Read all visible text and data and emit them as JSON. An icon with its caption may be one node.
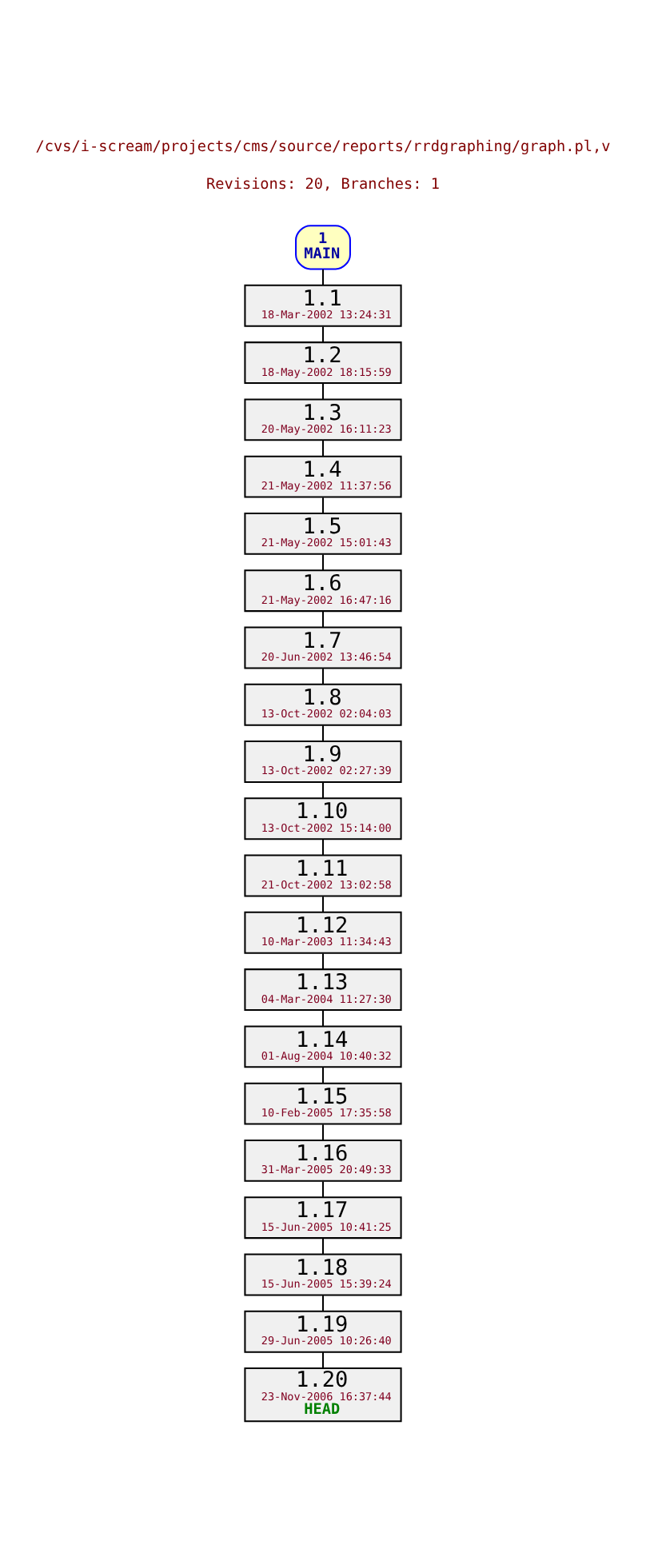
{
  "diagram": {
    "title": "/cvs/i-scream/projects/cms/source/reports/rrdgraphing/graph.pl,v",
    "nodes": [
      {
        "text": [
          "1",
          "MAIN"
        ]
      },
      {
        "text": [
          "1.1",
          "18-Mar-2002 13:24:31"
        ]
      },
      {
        "text": [
          "1.2",
          "18-May-2002 18:15:59"
        ]
      },
      {
        "text": [
          "1.3",
          "20-May-2002 16:11:23"
        ]
      },
      {
        "text": [
          "1.4",
          "21-May-2002 11:37:56"
        ]
      },
      {
        "text": [
          "1.5",
          "21-May-2002 15:01:43"
        ]
      },
      {
        "text": [
          "1.6",
          "21-May-2002 16:47:16"
        ]
      },
      {
        "text": [
          "1.7",
          "20-Jun-2002 13:46:54"
        ]
      },
      {
        "text": [
          "1.8",
          "13-Oct-2002 02:04:03"
        ]
      },
      {
        "text": [
          "1.9",
          "13-Oct-2002 02:27:39"
        ]
      },
      {
        "text": [
          "1.10",
          "13-Oct-2002 15:14:00"
        ]
      },
      {
        "text": [
          "1.11",
          "21-Oct-2002 13:02:58"
        ]
      },
      {
        "text": [
          "1.12",
          "10-Mar-2003 11:34:43"
        ]
      },
      {
        "text": [
          "1.13",
          "04-Mar-2004 11:27:30"
        ]
      },
      {
        "text": [
          "1.14",
          "01-Aug-2004 10:40:32"
        ]
      },
      {
        "text": [
          "1.15",
          "10-Feb-2005 17:35:58"
        ]
      },
      {
        "text": [
          "1.16",
          "31-Mar-2005 20:49:33"
        ]
      },
      {
        "text": [
          "1.17",
          "15-Jun-2005 10:41:25"
        ]
      },
      {
        "text": [
          "1.18",
          "15-Jun-2005 15:39:24"
        ]
      },
      {
        "text": [
          "1.19",
          "29-Jun-2005 10:26:40"
        ]
      },
      {
        "text": [
          "1.20",
          "23-Nov-2006 16:37:44",
          "HEAD"
        ]
      }
    ],
    "edges": [
      {
        "from": 0,
        "to": 1,
        "arrow": "none"
      },
      {
        "from": 1,
        "to": 2,
        "arrow": "none"
      },
      {
        "from": 2,
        "to": 3,
        "arrow": "none"
      },
      {
        "from": 3,
        "to": 4,
        "arrow": "none"
      },
      {
        "from": 4,
        "to": 5,
        "arrow": "none"
      },
      {
        "from": 5,
        "to": 6,
        "arrow": "none"
      },
      {
        "from": 6,
        "to": 7,
        "arrow": "none"
      },
      {
        "from": 7,
        "to": 8,
        "arrow": "none"
      },
      {
        "from": 8,
        "to": 9,
        "arrow": "none"
      },
      {
        "from": 9,
        "to": 10,
        "arrow": "none"
      },
      {
        "from": 10,
        "to": 11,
        "arrow": "none"
      },
      {
        "from": 11,
        "to": 12,
        "arrow": "none"
      },
      {
        "from": 12,
        "to": 13,
        "arrow": "none"
      },
      {
        "from": 13,
        "to": 14,
        "arrow": "none"
      },
      {
        "from": 14,
        "to": 15,
        "arrow": "none"
      },
      {
        "from": 15,
        "to": 16,
        "arrow": "none"
      },
      {
        "from": 16,
        "to": 17,
        "arrow": "none"
      },
      {
        "from": 17,
        "to": 18,
        "arrow": "none"
      },
      {
        "from": 18,
        "to": 19,
        "arrow": "none"
      },
      {
        "from": 19,
        "to": 20,
        "arrow": "none"
      }
    ],
    "labels": [
      "Revisions: 20, Branches: 1"
    ]
  }
}
